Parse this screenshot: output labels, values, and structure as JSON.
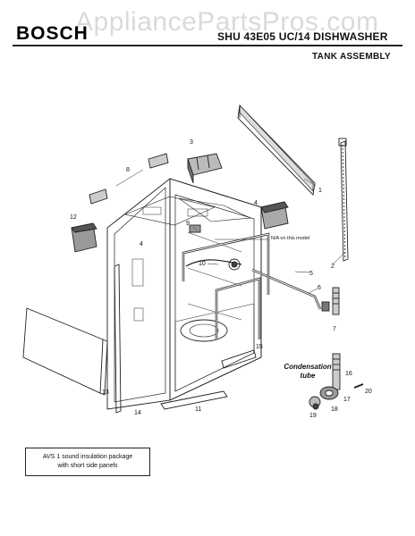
{
  "header": {
    "watermark": "AppliancePartsPros.com",
    "brand": "BOSCH",
    "model_title": "SHU 43E05 UC/14 DISHWASHER",
    "section_title": "TANK ASSEMBLY"
  },
  "labels": {
    "na": "N/A on this model",
    "condensation": "Condensation tube"
  },
  "callouts": [
    "1",
    "2",
    "3",
    "4",
    "4",
    "5",
    "6",
    "7",
    "8",
    "9",
    "10",
    "11",
    "12",
    "13",
    "14",
    "15",
    "16",
    "17",
    "18",
    "19",
    "20"
  ],
  "note": {
    "line1": "AVS 1 sound insulation package",
    "line2": "with short side panels"
  }
}
